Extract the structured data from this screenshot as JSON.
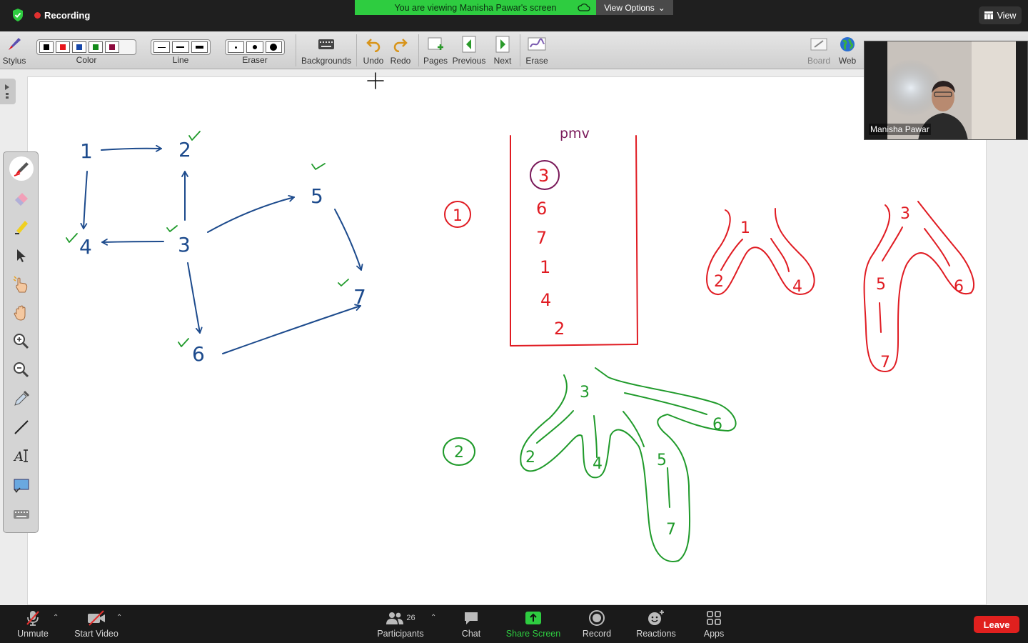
{
  "top": {
    "recording_label": "Recording",
    "viewing_banner": "You are viewing Manisha Pawar's screen",
    "view_options": "View Options",
    "view_button": "View"
  },
  "toolbar": {
    "stylus": "Stylus",
    "color": "Color",
    "line": "Line",
    "eraser": "Eraser",
    "backgrounds": "Backgrounds",
    "undo": "Undo",
    "redo": "Redo",
    "pages": "Pages",
    "previous": "Previous",
    "next": "Next",
    "erase": "Erase",
    "board": "Board",
    "web": "Web",
    "colors": [
      "#000000",
      "#e8141a",
      "#1646a8",
      "#128a1a",
      "#8c0a3e"
    ]
  },
  "video": {
    "participant_name": "Manisha Pawar"
  },
  "board": {
    "stack_label": "pmv",
    "stack_items": [
      "3",
      "6",
      "7",
      "1",
      "4",
      "2"
    ],
    "step1_label": "1",
    "step2_label": "2",
    "graph_nodes": [
      "1",
      "2",
      "3",
      "4",
      "5",
      "6",
      "7"
    ],
    "tree_a_nodes": [
      "1",
      "2",
      "4"
    ],
    "tree_b_nodes": [
      "3",
      "5",
      "6",
      "7"
    ],
    "tree_c_nodes": [
      "3",
      "2",
      "4",
      "5",
      "6",
      "7"
    ],
    "ink_colors": {
      "blue": "#1c4a8c",
      "red": "#e01b22",
      "green": "#1f9a2a",
      "purple": "#7a1a5a"
    }
  },
  "sidebar_tools": [
    "pen-tool",
    "eraser-tool",
    "highlighter-tool",
    "select-tool",
    "pointer-tool",
    "pan-tool",
    "zoom-in-tool",
    "zoom-out-tool",
    "dropper-tool",
    "line-tool",
    "text-tool",
    "screenshot-tool",
    "keyboard-tool"
  ],
  "bottom": {
    "unmute": "Unmute",
    "start_video": "Start Video",
    "participants": "Participants",
    "participants_count": "26",
    "chat": "Chat",
    "share_screen": "Share Screen",
    "record": "Record",
    "reactions": "Reactions",
    "apps": "Apps",
    "leave": "Leave"
  }
}
